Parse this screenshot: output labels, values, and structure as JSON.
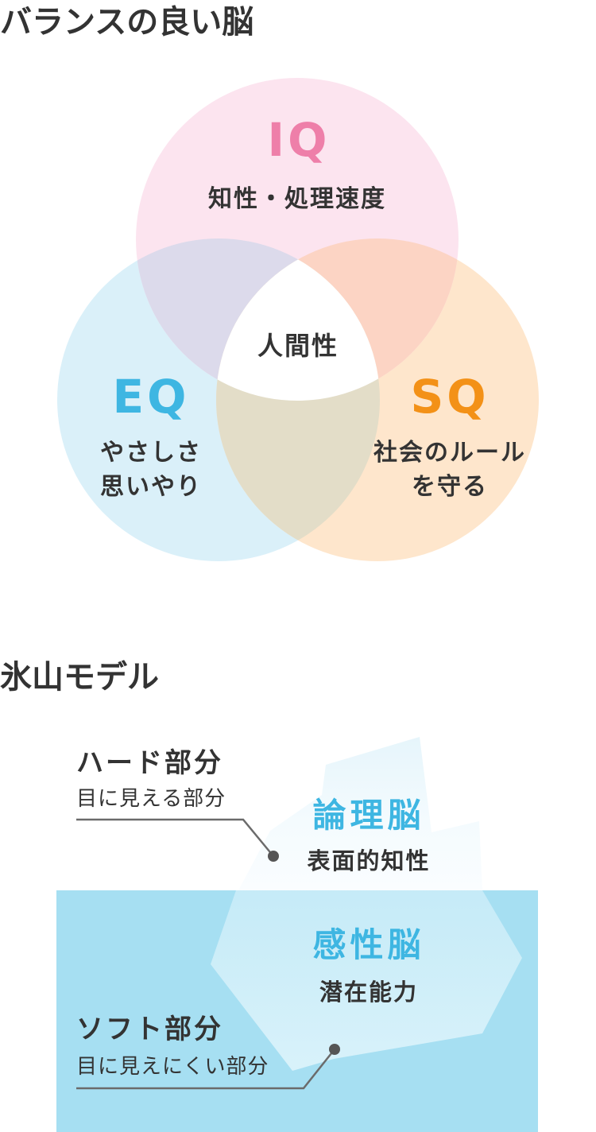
{
  "sections": {
    "balance_title": "バランスの良い脳",
    "iceberg_title": "氷山モデル"
  },
  "venn": {
    "iq": {
      "label": "IQ",
      "sub": "知性・処理速度"
    },
    "eq": {
      "label": "EQ",
      "sub_line1": "やさしさ",
      "sub_line2": "思いやり"
    },
    "sq": {
      "label": "SQ",
      "sub_line1": "社会のルール",
      "sub_line2": "を守る"
    },
    "center": "人間性"
  },
  "iceberg": {
    "hard": {
      "title": "ハード部分",
      "sub": "目に見える部分"
    },
    "soft": {
      "title": "ソフト部分",
      "sub": "目に見えにくい部分"
    },
    "logic": {
      "title": "論理脳",
      "sub": "表面的知性"
    },
    "sense": {
      "title": "感性脳",
      "sub": "潜在能力"
    }
  },
  "colors": {
    "iq_pink": "#ee7fa9",
    "eq_blue": "#3eb6e2",
    "sq_orange": "#f39117",
    "iq_fill": "#fce4ef",
    "eq_fill": "#daf0f9",
    "sq_fill": "#fee6cc",
    "water": "#a6dff2",
    "leader_line": "#6b6b6b"
  }
}
